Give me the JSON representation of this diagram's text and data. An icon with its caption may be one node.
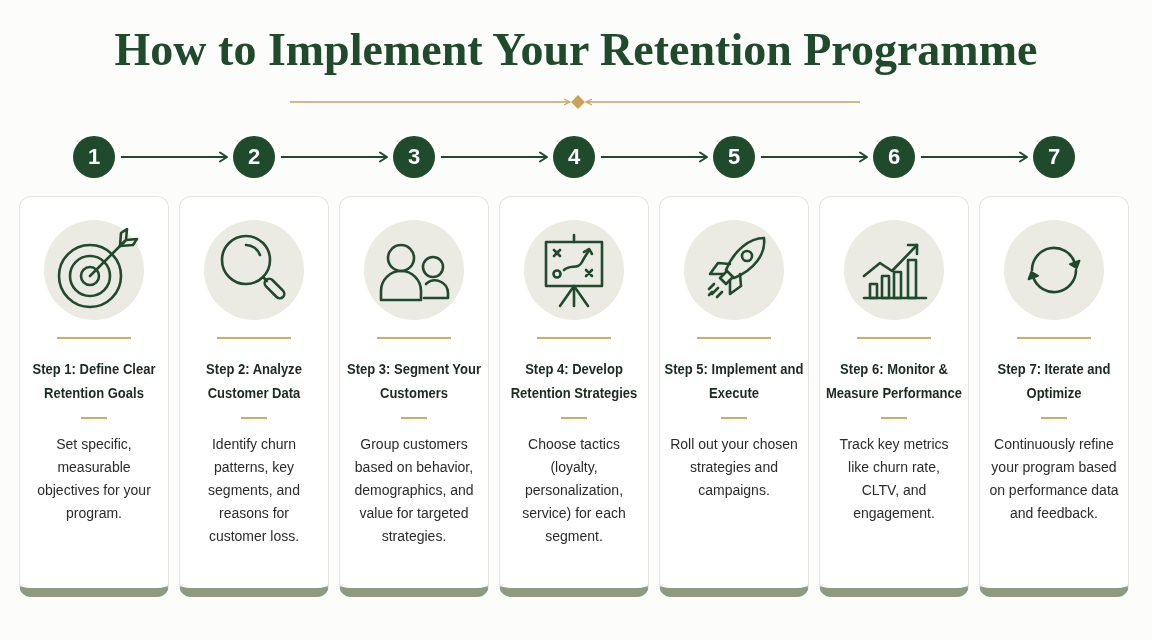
{
  "diagram": {
    "title": "How to Implement Your Retention Programme",
    "nodes": [
      {
        "text": [
          "1"
        ]
      },
      {
        "text": [
          "2"
        ]
      },
      {
        "text": [
          "3"
        ]
      },
      {
        "text": [
          "4"
        ]
      },
      {
        "text": [
          "5"
        ]
      },
      {
        "text": [
          "6"
        ]
      },
      {
        "text": [
          "7"
        ]
      },
      {
        "text": [
          "Step 1: Define Clear Retention Goals",
          "Set specific, measurable objectives for your program."
        ]
      },
      {
        "text": [
          "Step 2: Analyze Customer Data",
          "Identify churn patterns, key segments, and reasons for customer loss."
        ]
      },
      {
        "text": [
          "Step 3: Segment Your Customers",
          "Group customers based on behavior, demographics, and value for targeted strategies."
        ]
      },
      {
        "text": [
          "Step 4: Develop Retention Strategies",
          "Choose tactics (loyalty, personalization, service) for each segment."
        ]
      },
      {
        "text": [
          "Step 5: Implement and Execute",
          "Roll out your chosen strategies and campaigns."
        ]
      },
      {
        "text": [
          "Step 6: Monitor & Measure Performance",
          "Track key metrics like churn rate, CLTV, and engagement."
        ]
      },
      {
        "text": [
          "Step 7: Iterate and Optimize",
          "Continuously refine your program based on performance data and feedback."
        ]
      }
    ],
    "edges": [
      {
        "from": 0,
        "to": 1,
        "arrow": "to"
      },
      {
        "from": 1,
        "to": 2,
        "arrow": "to"
      },
      {
        "from": 2,
        "to": 3,
        "arrow": "to"
      },
      {
        "from": 3,
        "to": 4,
        "arrow": "to"
      },
      {
        "from": 4,
        "to": 5,
        "arrow": "to"
      },
      {
        "from": 5,
        "to": 6,
        "arrow": "to"
      }
    ]
  }
}
